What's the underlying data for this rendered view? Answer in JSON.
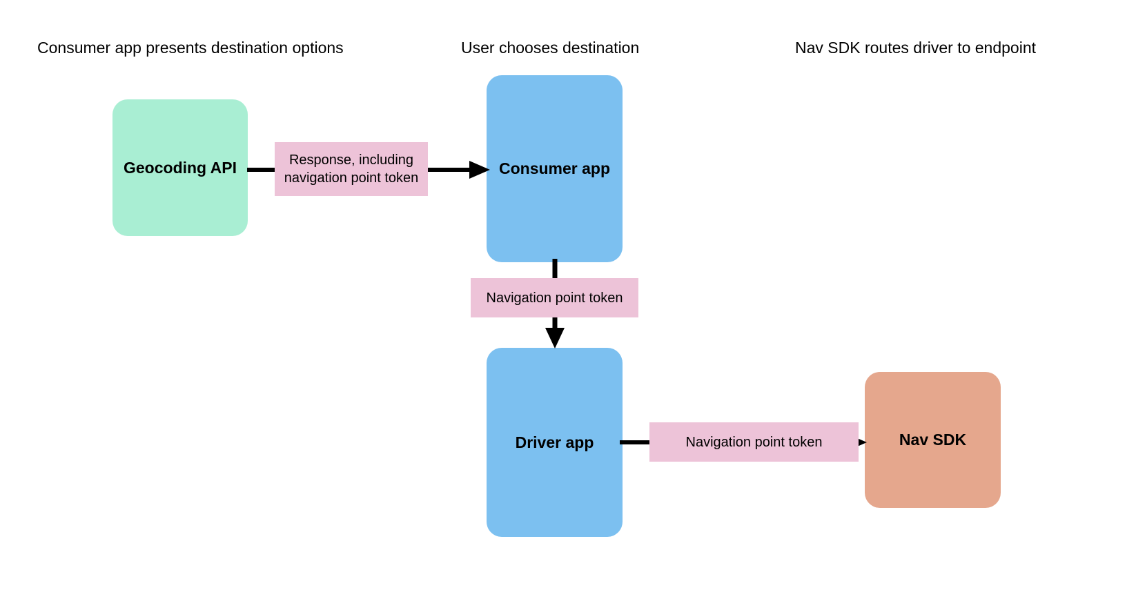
{
  "diagram": {
    "background_color": "#ffffff",
    "title": "",
    "columns": [
      {
        "id": "col-1",
        "label": "Consumer app presents destination options"
      },
      {
        "id": "col-2",
        "label": "User chooses destination"
      },
      {
        "id": "col-3",
        "label": "Nav SDK routes driver to endpoint"
      }
    ],
    "nodes": [
      {
        "id": "geocoding-api",
        "label": "Geocoding API",
        "color": "#A9EED3",
        "shape": "rounded-rect"
      },
      {
        "id": "consumer-app",
        "label": "Consumer app",
        "color": "#7CC0F0",
        "shape": "rounded-rect"
      },
      {
        "id": "driver-app",
        "label": "Driver app",
        "color": "#7CC0F0",
        "shape": "rounded-rect"
      },
      {
        "id": "nav-sdk",
        "label": "Nav SDK",
        "color": "#E5A78D",
        "shape": "rounded-rect"
      }
    ],
    "edges": [
      {
        "id": "edge-geocoding-to-consumer",
        "from": "geocoding-api",
        "to": "consumer-app",
        "label": "Response, including navigation point token",
        "label_color": "#EDC3D8",
        "direction": "right",
        "arrow_color": "#000000"
      },
      {
        "id": "edge-consumer-to-driver",
        "from": "consumer-app",
        "to": "driver-app",
        "label": "Navigation point token",
        "label_color": "#EDC3D8",
        "direction": "down",
        "arrow_color": "#000000"
      },
      {
        "id": "edge-driver-to-navsdk",
        "from": "driver-app",
        "to": "nav-sdk",
        "label": "Navigation point token",
        "label_color": "#EDC3D8",
        "direction": "right",
        "arrow_color": "#000000"
      }
    ]
  }
}
